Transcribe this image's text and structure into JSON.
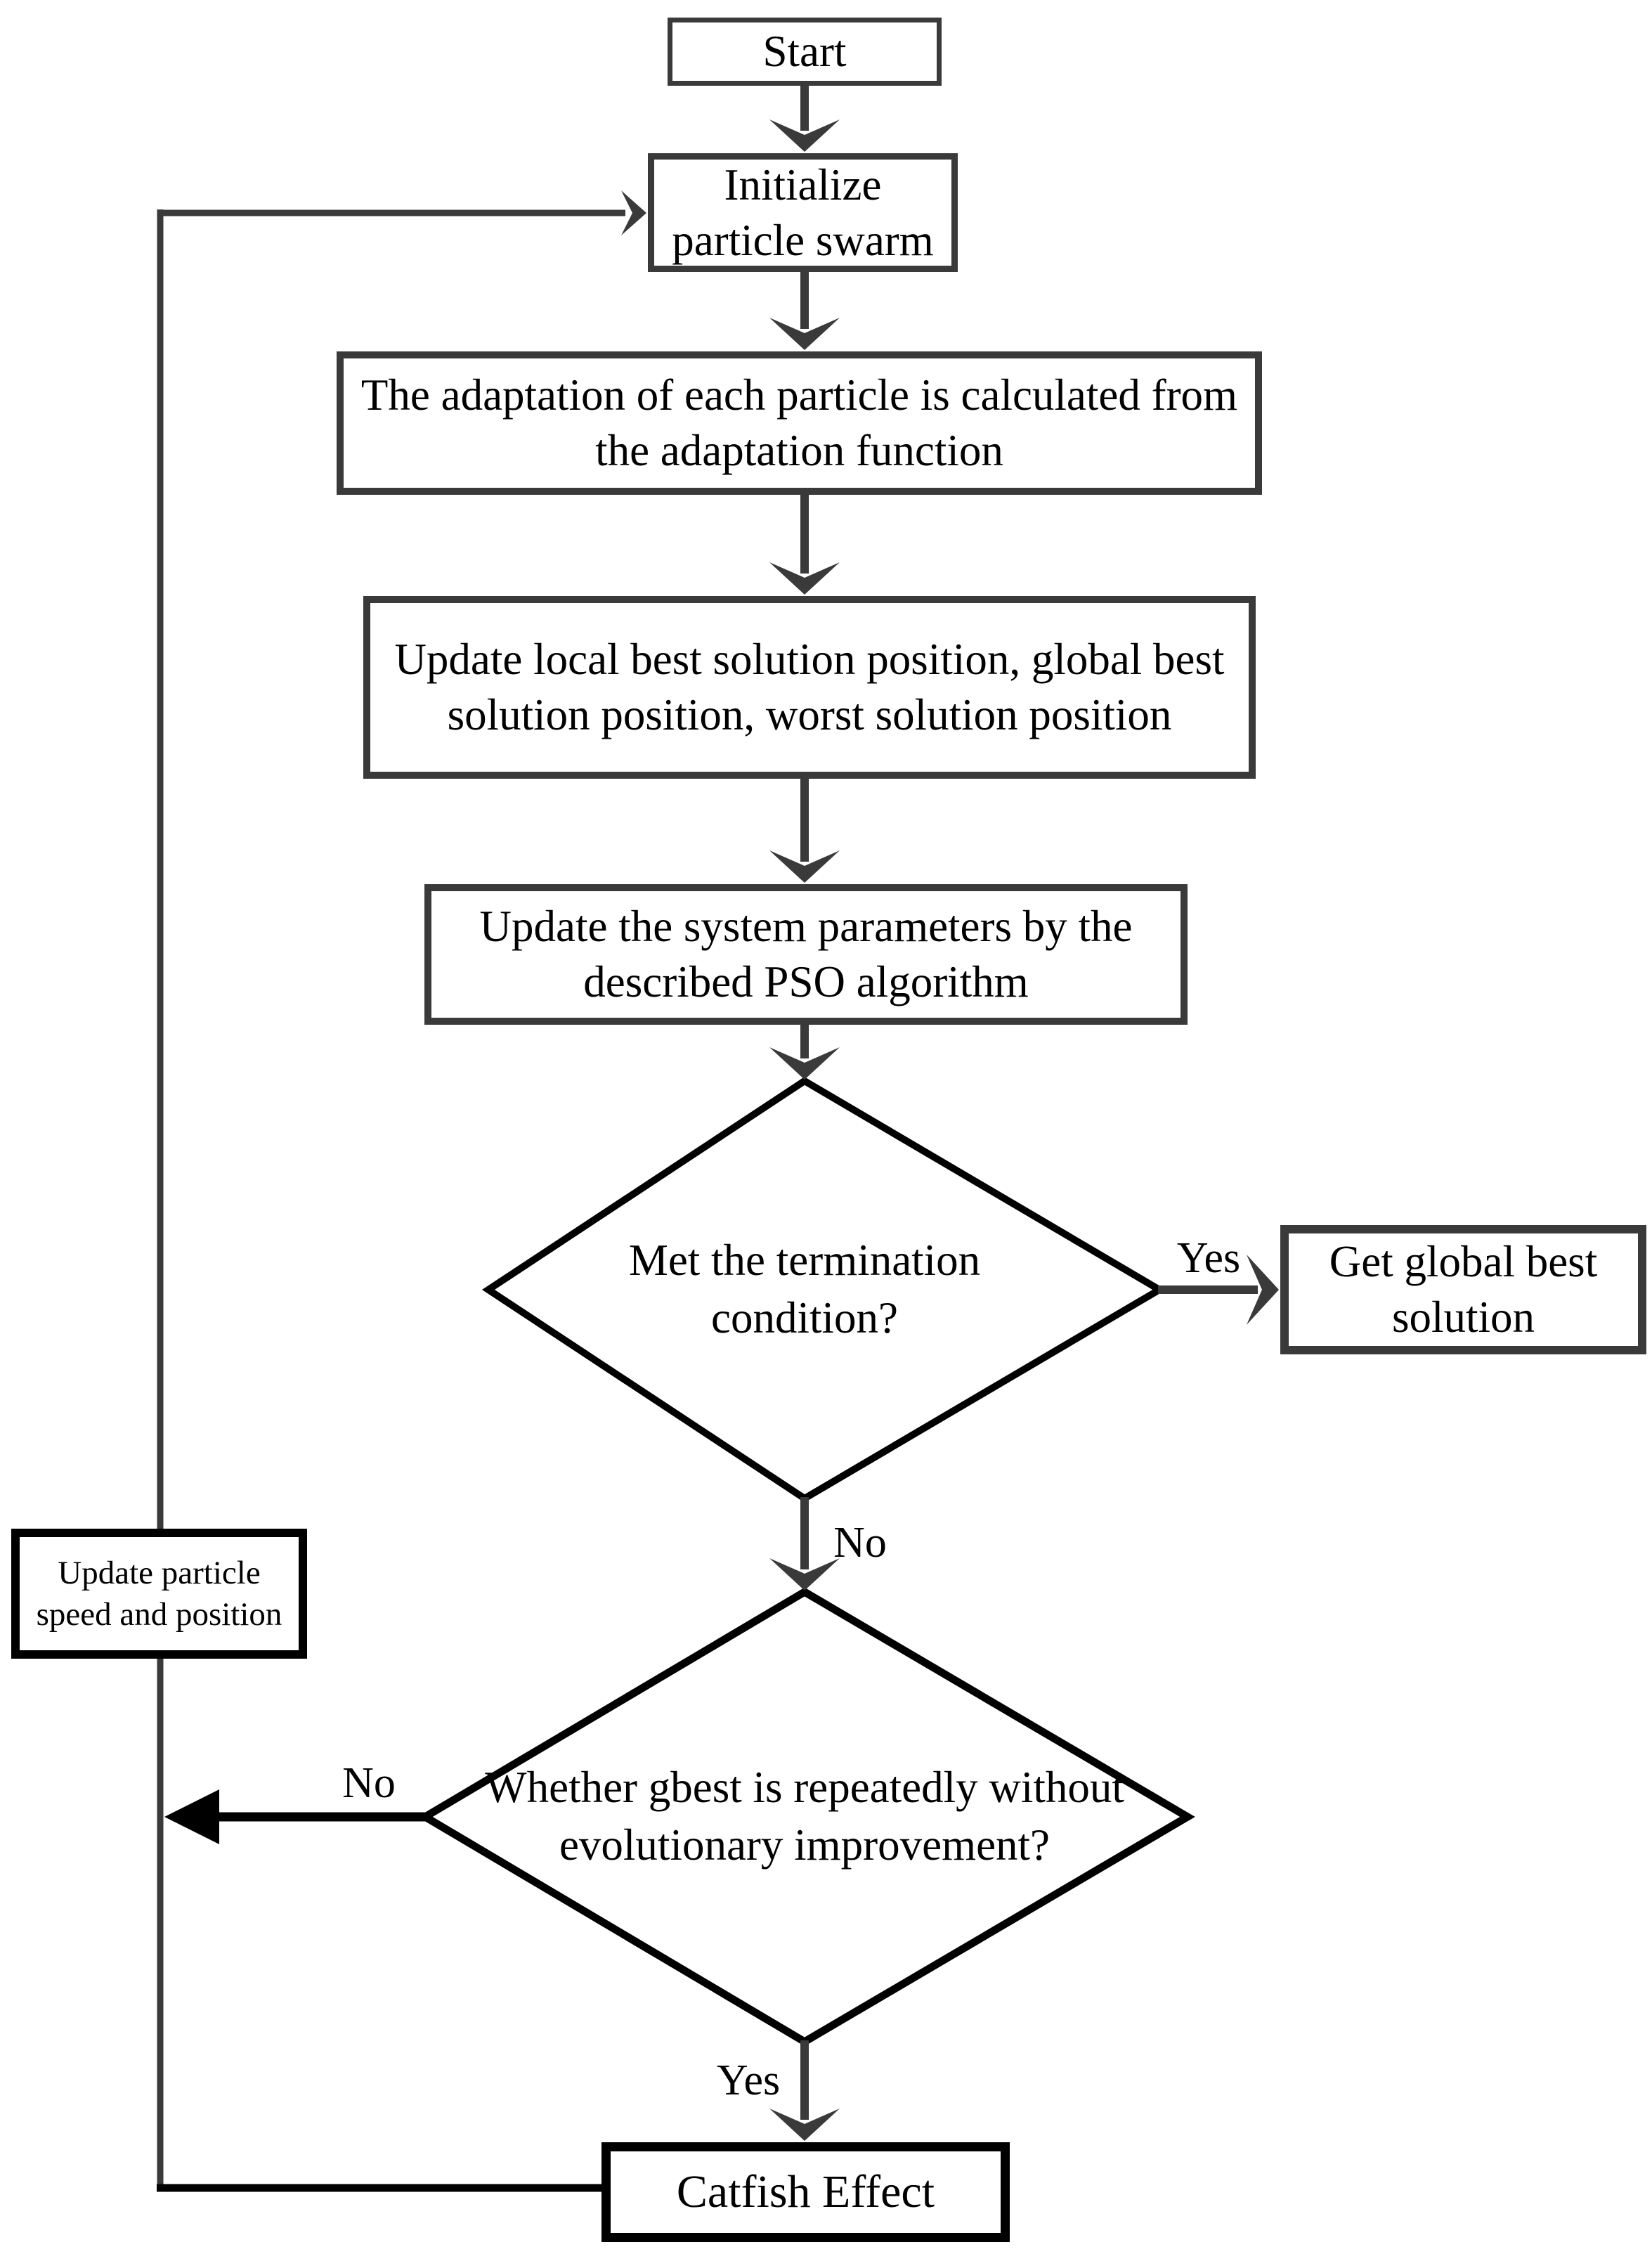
{
  "diagram": {
    "title": "Catfish effect particle swarm optimization flowchart",
    "type": "flowchart",
    "colors": {
      "background": "#ffffff",
      "main_line_gray": "#3a3a3a",
      "decision_line_black": "#000000",
      "text": "#000000"
    },
    "nodes": {
      "start": {
        "shape": "rect",
        "label": "Start"
      },
      "initialize": {
        "shape": "rect",
        "label": "Initialize\nparticle swarm"
      },
      "adaptation": {
        "shape": "rect",
        "label": "The adaptation of each particle is calculated from\nthe adaptation function"
      },
      "update_best": {
        "shape": "rect",
        "label": "Update local best solution position, global best\nsolution position, worst solution position"
      },
      "update_params": {
        "shape": "rect",
        "label": "Update the system parameters by the\ndescribed PSO algorithm"
      },
      "termination": {
        "shape": "diamond",
        "label": "Met the termination\ncondition?"
      },
      "get_global": {
        "shape": "rect",
        "label": "Get global best\nsolution"
      },
      "gbest_repeat": {
        "shape": "diamond",
        "label": "Whether gbest is repeatedly without\nevolutionary improvement?"
      },
      "update_particle": {
        "shape": "rect",
        "label": "Update particle\nspeed and position"
      },
      "catfish": {
        "shape": "rect",
        "label": "Catfish Effect"
      }
    },
    "edges": [
      {
        "from": "start",
        "to": "initialize",
        "label": ""
      },
      {
        "from": "initialize",
        "to": "adaptation",
        "label": ""
      },
      {
        "from": "adaptation",
        "to": "update_best",
        "label": ""
      },
      {
        "from": "update_best",
        "to": "update_params",
        "label": ""
      },
      {
        "from": "update_params",
        "to": "termination",
        "label": ""
      },
      {
        "from": "termination",
        "to": "get_global",
        "label": "Yes"
      },
      {
        "from": "termination",
        "to": "gbest_repeat",
        "label": "No"
      },
      {
        "from": "gbest_repeat",
        "to": "update_particle",
        "label": "No"
      },
      {
        "from": "update_particle",
        "to": "initialize",
        "label": ""
      },
      {
        "from": "gbest_repeat",
        "to": "catfish",
        "label": "Yes"
      },
      {
        "from": "catfish",
        "to": "initialize",
        "label": ""
      }
    ]
  }
}
